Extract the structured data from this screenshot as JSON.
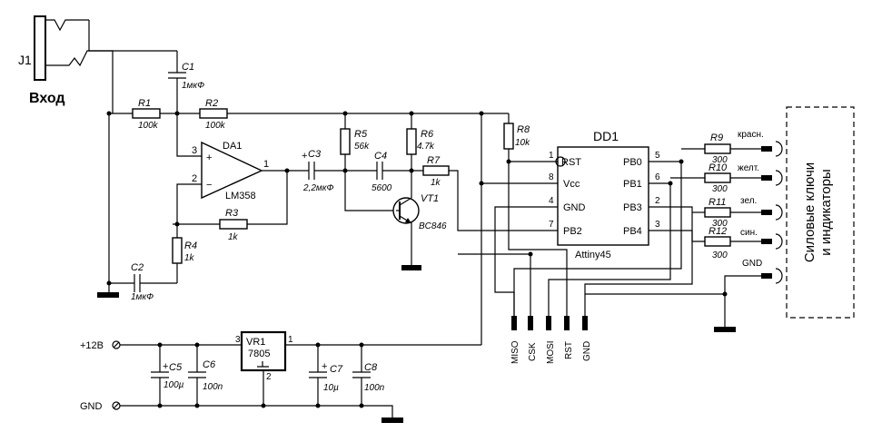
{
  "input_label": "Вход",
  "jack": {
    "ref": "J1"
  },
  "caps": {
    "c1": {
      "ref": "C1",
      "value": "1мкФ"
    },
    "c2": {
      "ref": "C2",
      "value": "1мкФ"
    },
    "c3": {
      "ref": "C3",
      "value": "2,2мкФ"
    },
    "c4": {
      "ref": "C4",
      "value": "5600"
    },
    "c5": {
      "ref": "C5",
      "value": "100µ"
    },
    "c6": {
      "ref": "C6",
      "value": "100n"
    },
    "c7": {
      "ref": "C7",
      "value": "10µ"
    },
    "c8": {
      "ref": "C8",
      "value": "100n"
    }
  },
  "resistors": {
    "r1": {
      "ref": "R1",
      "value": "100k"
    },
    "r2": {
      "ref": "R2",
      "value": "100k"
    },
    "r3": {
      "ref": "R3",
      "value": "1k"
    },
    "r4": {
      "ref": "R4",
      "value": "1k"
    },
    "r5": {
      "ref": "R5",
      "value": "56k"
    },
    "r6": {
      "ref": "R6",
      "value": "4.7k"
    },
    "r7": {
      "ref": "R7",
      "value": "1k"
    },
    "r8": {
      "ref": "R8",
      "value": "10k"
    },
    "r9": {
      "ref": "R9",
      "value": "300"
    },
    "r10": {
      "ref": "R10",
      "value": "300"
    },
    "r11": {
      "ref": "R11",
      "value": "300"
    },
    "r12": {
      "ref": "R12",
      "value": "300"
    }
  },
  "opamp": {
    "ref": "DA1",
    "part": "LM358",
    "pin_plus": "3",
    "pin_minus": "2",
    "pin_out": "1",
    "plus_sign": "+",
    "minus_sign": "−"
  },
  "transistor": {
    "ref": "VT1",
    "part": "BC846"
  },
  "mcu": {
    "ref": "DD1",
    "part": "Attiny45",
    "left_pins": [
      {
        "num": "1",
        "name": "RST"
      },
      {
        "num": "8",
        "name": "Vcc"
      },
      {
        "num": "4",
        "name": "GND"
      },
      {
        "num": "7",
        "name": "PB2"
      }
    ],
    "right_pins": [
      {
        "num": "5",
        "name": "PB0"
      },
      {
        "num": "6",
        "name": "PB1"
      },
      {
        "num": "2",
        "name": "PB3"
      },
      {
        "num": "3",
        "name": "PB4"
      }
    ]
  },
  "regulator": {
    "ref": "VR1",
    "part": "7805",
    "pin_in": "3",
    "pin_out": "1",
    "pin_gnd": "2"
  },
  "polarity_plus": "+",
  "outputs": [
    "красн.",
    "желт.",
    "зел.",
    "син.",
    "GND"
  ],
  "power_box": {
    "line1": "Силовые ключи",
    "line2": "и индикаторы"
  },
  "isp": [
    "MISO",
    "CSK",
    "MOSI",
    "RST",
    "GND"
  ],
  "power_labels": {
    "vin": "+12В",
    "gnd": "GND"
  }
}
